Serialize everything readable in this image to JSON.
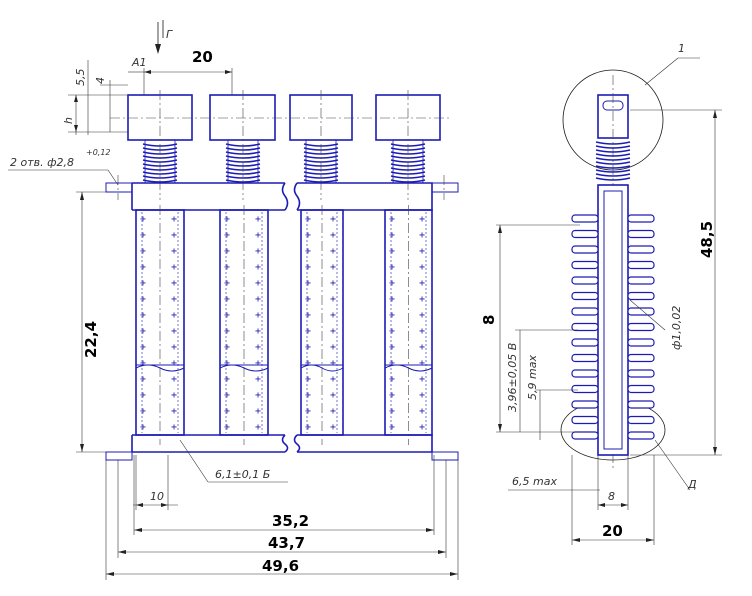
{
  "dims_bold": {
    "top_pitch": "20",
    "height_left": "22,4",
    "width_inner": "35,2",
    "width_mid": "43,7",
    "width_total": "49,6",
    "height_right": "48,5",
    "pitch_right": "8",
    "width_right": "20"
  },
  "dims_italic": {
    "direction_g": "Г",
    "a1": "A1",
    "dim_5_5": "5,5",
    "dim_4": "4",
    "dim_h": "h",
    "holes": "2 отв. ф2,8",
    "holes_tol": "+0,12",
    "pin_pitch": "6,1±0,1 Б",
    "pin_gap": "10",
    "pin_diam": "ф1,0,02",
    "dim_396": "3,96±0,05 В",
    "dim_59": "5,9 max",
    "dim_65": "6,5 max",
    "dim_8_small": "8",
    "callout_1": "1",
    "callout_d": "Д"
  }
}
